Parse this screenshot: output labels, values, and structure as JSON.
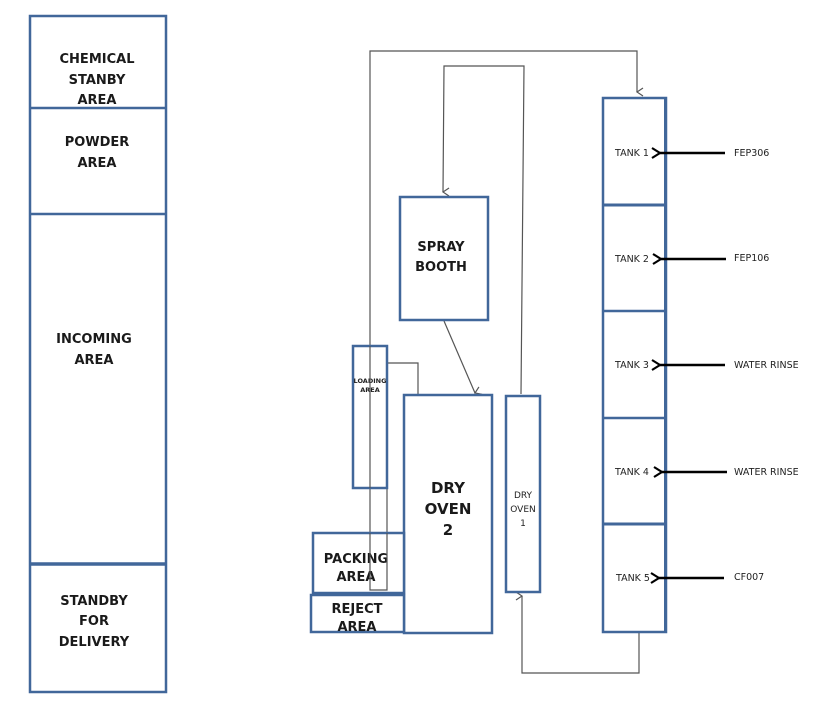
{
  "colors": {
    "box_stroke": "#41679a",
    "flow_line": "#555555",
    "feed_arrow": "#000000"
  },
  "left_column": [
    {
      "id": "chemical-standby-area",
      "lines": [
        "CHEMICAL",
        "STANBY",
        "AREA"
      ]
    },
    {
      "id": "powder-area",
      "lines": [
        "POWDER",
        "AREA"
      ]
    },
    {
      "id": "incoming-area",
      "lines": [
        "INCOMING",
        "AREA"
      ]
    },
    {
      "id": "standby-for-delivery",
      "lines": [
        "STANDBY",
        "FOR",
        "DELIVERY"
      ]
    }
  ],
  "process": {
    "spray_booth": [
      "SPRAY",
      "BOOTH"
    ],
    "loading_area": [
      "LOADING",
      "AREA"
    ],
    "dry_oven_2": [
      "DRY",
      "OVEN",
      "2"
    ],
    "dry_oven_1": [
      "DRY",
      "OVEN",
      "1"
    ],
    "packing_area": [
      "PACKING",
      "AREA"
    ],
    "reject_area": [
      "REJECT",
      "AREA"
    ]
  },
  "tanks": [
    {
      "label": "TANK 1",
      "chemical": "FEP306"
    },
    {
      "label": "TANK 2",
      "chemical": "FEP106"
    },
    {
      "label": "TANK 3",
      "chemical": "WATER RINSE"
    },
    {
      "label": "TANK 4",
      "chemical": "WATER RINSE"
    },
    {
      "label": "TANK 5",
      "chemical": "CF007"
    }
  ]
}
